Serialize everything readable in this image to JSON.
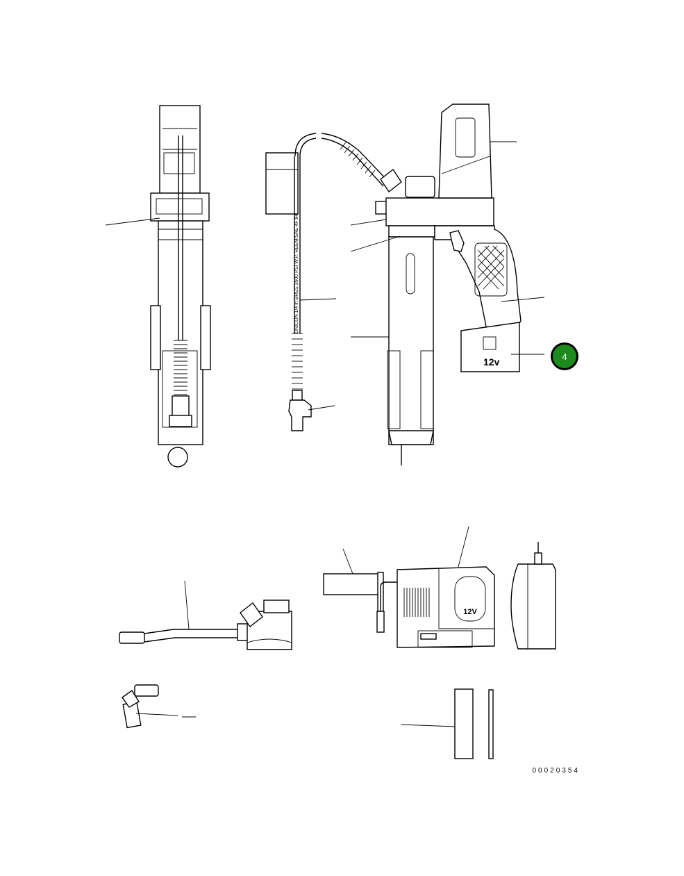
{
  "figure": {
    "drawing_number": "00020354",
    "battery_label": "12v",
    "charger_label": "12V",
    "hose_print": "UNICON 1/4 in BRES 3500 PSI W.P. REEM/SAE 4F 84",
    "callouts": [
      {
        "id": "4",
        "label": "4",
        "color": "#1c8a1c",
        "highlighted": true
      }
    ]
  }
}
